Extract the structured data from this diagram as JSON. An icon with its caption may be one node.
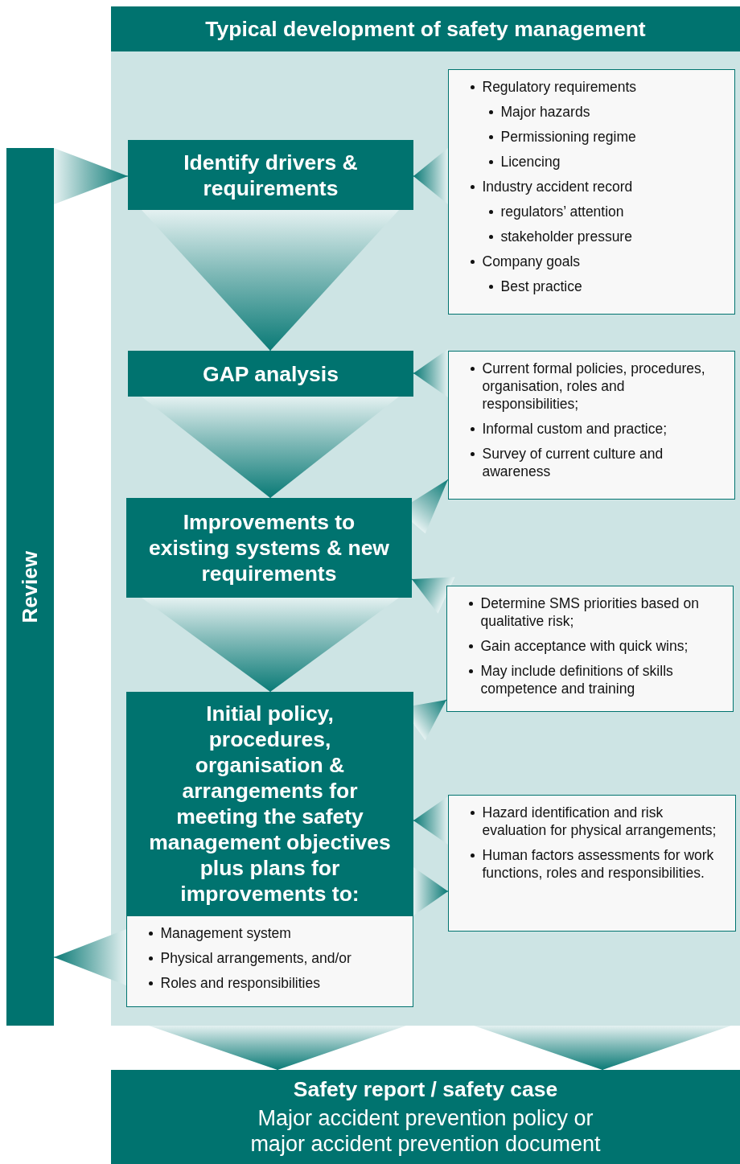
{
  "diagram": {
    "nodes": [
      {
        "text": [
          "Typical development of safety management"
        ]
      },
      {
        "text": [
          "Review"
        ]
      },
      {
        "text": [
          "Identify drivers & requirements"
        ],
        "in": 0
      },
      {
        "text": [
          "Regulatory requirements",
          "Major hazards",
          "Permissioning regime",
          "Licencing",
          "Industry accident record",
          "regulators’ attention",
          "stakeholder pressure",
          "Company goals",
          "Best practice"
        ],
        "in": 0
      },
      {
        "text": [
          "GAP analysis"
        ],
        "in": 0
      },
      {
        "text": [
          "Current formal policies, procedures, organisation, roles and responsibilities;",
          "Informal custom and practice;",
          "Survey of current culture and awareness"
        ],
        "in": 0
      },
      {
        "text": [
          "Improvements to existing systems & new requirements"
        ],
        "in": 0
      },
      {
        "text": [
          "Determine SMS priorities based on qualitative risk;",
          "Gain acceptance with quick wins;",
          "May include definitions of skills competence and training"
        ],
        "in": 0
      },
      {
        "text": [
          "Initial policy, procedures, organisation & arrangements for meeting the safety management objectives plus plans for improvements to:",
          "Management system",
          "Physical arrangements, and/or",
          "Roles and responsibilities"
        ],
        "in": 0
      },
      {
        "text": [
          "Hazard identification and risk evaluation for physical arrangements;",
          "Human factors assessments for work functions, roles and responsibilities."
        ],
        "in": 0
      },
      {
        "text": [
          "Safety report / safety case",
          "Major accident prevention policy or major accident prevention document"
        ]
      }
    ],
    "edges": [
      {
        "from": 1,
        "to": 2,
        "arrow": "to"
      },
      {
        "from": 3,
        "to": 2,
        "arrow": "to"
      },
      {
        "from": 2,
        "to": 4,
        "arrow": "to"
      },
      {
        "from": 5,
        "to": 4,
        "arrow": "to"
      },
      {
        "from": 4,
        "to": 6,
        "arrow": "to"
      },
      {
        "from": 6,
        "to": 5,
        "arrow": "to"
      },
      {
        "from": 7,
        "to": 6,
        "arrow": "to"
      },
      {
        "from": 6,
        "to": 8,
        "arrow": "to"
      },
      {
        "from": 8,
        "to": 7,
        "arrow": "to"
      },
      {
        "from": 9,
        "to": 8,
        "arrow": "to"
      },
      {
        "from": 8,
        "to": 9,
        "arrow": "to"
      },
      {
        "from": 8,
        "to": 1,
        "arrow": "to"
      },
      {
        "from": 0,
        "to": 10,
        "arrow": "to"
      },
      {
        "from": 0,
        "to": 10,
        "arrow": "to"
      }
    ]
  }
}
